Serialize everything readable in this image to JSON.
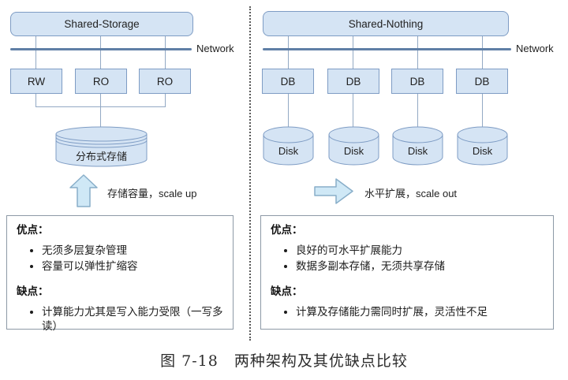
{
  "left": {
    "header": "Shared-Storage",
    "network_label": "Network",
    "nodes": [
      "RW",
      "RO",
      "RO"
    ],
    "storage_label": "分布式存储",
    "scale_label": "存储容量，scale up",
    "pros_title": "优点：",
    "pros": [
      "无须多层复杂管理",
      "容量可以弹性扩缩容"
    ],
    "cons_title": "缺点：",
    "cons": [
      "计算能力尤其是写入能力受限（一写多读）"
    ]
  },
  "right": {
    "header": "Shared-Nothing",
    "network_label": "Network",
    "nodes": [
      "DB",
      "DB",
      "DB",
      "DB"
    ],
    "disk_label": "Disk",
    "scale_label": "水平扩展，scale out",
    "pros_title": "优点：",
    "pros": [
      "良好的可水平扩展能力",
      "数据多副本存储，无须共享存储"
    ],
    "cons_title": "缺点：",
    "cons": [
      "计算及存储能力需同时扩展，灵活性不足"
    ]
  },
  "caption": "图 7-18　两种架构及其优缺点比较",
  "colors": {
    "box_fill": "#d5e4f4",
    "box_border": "#7e9cc4",
    "network_line": "#5f7fa6",
    "connector": "#93a9c4",
    "arrow_fill": "#cfe8f6",
    "arrow_border": "#88aec9",
    "panel_border": "#8d99a6"
  }
}
